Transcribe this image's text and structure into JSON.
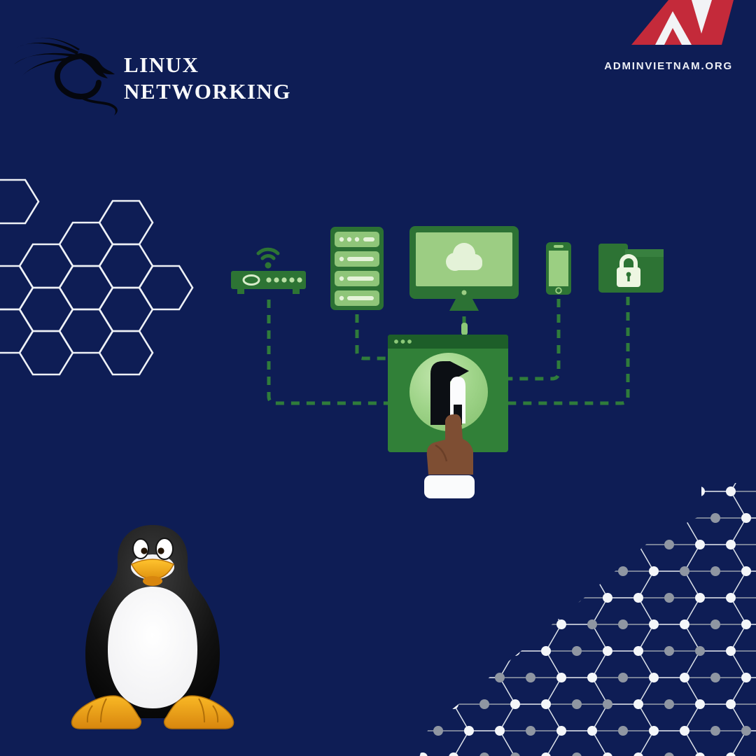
{
  "poster": {
    "background_color": "#0e1d55",
    "theme": "Linux networking promotional poster"
  },
  "header": {
    "logo_icon": "kali-dragon-icon",
    "title_line1": "LINUX",
    "title_line2": "NETWORKING",
    "title_color": "#f8f9fb"
  },
  "brand": {
    "logo_icon": "av-monogram-icon",
    "logo_color": "#c42a3a",
    "site": "ADMINVIETNAM.ORG",
    "site_color": "#eef0f5"
  },
  "network_diagram": {
    "dark_green": "#2d7434",
    "light_green": "#97cc7f",
    "pale_green": "#e4f2d8",
    "dash_color": "#2f7c3b",
    "window_titlebar_dots": 3,
    "nodes": [
      {
        "icon": "wifi-router-icon"
      },
      {
        "icon": "server-rack-icon"
      },
      {
        "icon": "cloud-monitor-icon"
      },
      {
        "icon": "smartphone-icon"
      },
      {
        "icon": "locked-folder-icon"
      }
    ],
    "hub": {
      "icon": "browser-window-icon",
      "badge": "penguin-badge-icon",
      "hand": "pointing-hand-icon"
    }
  },
  "decor": {
    "left_pattern": "white-outline-honeycomb",
    "right_pattern": "dotted-hexagon-lattice",
    "mascot": "tux-penguin-icon",
    "dot_white": "#f4f6f9",
    "dot_gray": "#8f96a2"
  }
}
